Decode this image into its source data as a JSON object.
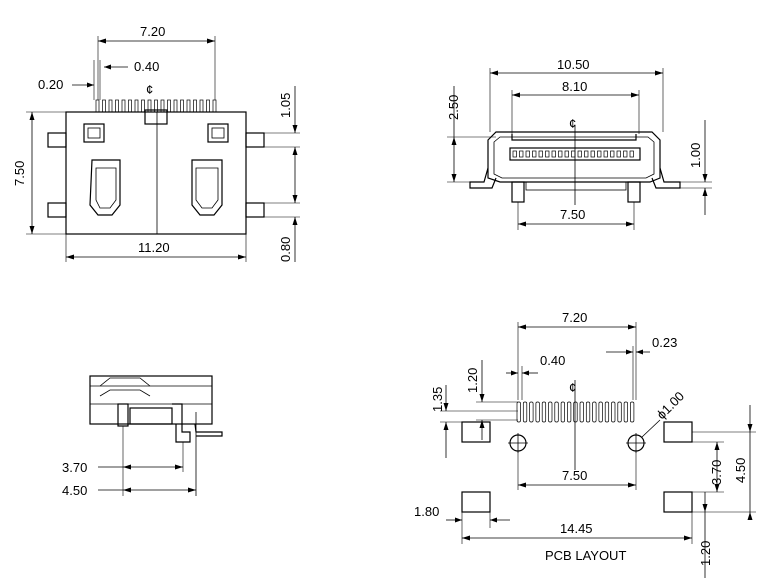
{
  "top_view": {
    "dims": {
      "width_pins": "7.20",
      "pin_width": "0.20",
      "pin_pitch": "0.40",
      "height": "7.50",
      "width_body": "11.20",
      "tab_top": "1.05",
      "tab_bottom": "0.80"
    },
    "center_mark": "¢"
  },
  "front_view": {
    "dims": {
      "outer_width": "10.50",
      "inner_width": "8.10",
      "height": "2.50",
      "thickness": "1.00",
      "post_spacing": "7.50"
    },
    "center_mark": "¢"
  },
  "side_view": {
    "dims": {
      "post_offset": "3.70",
      "overall_depth": "4.50"
    }
  },
  "pcb_layout": {
    "title": "PCB LAYOUT",
    "dims": {
      "pin_span": "7.20",
      "pad_width": "0.23",
      "pitch": "0.40",
      "pad_length": "1.20",
      "pad_row": "1.35",
      "hole_diameter": "ϕ1.00",
      "hole_spacing": "7.50",
      "total_width": "14.45",
      "tab_size": "1.80",
      "tab_gap": "3.70",
      "tab_total": "4.50",
      "tab_height": "1.20"
    },
    "center_mark": "¢"
  }
}
